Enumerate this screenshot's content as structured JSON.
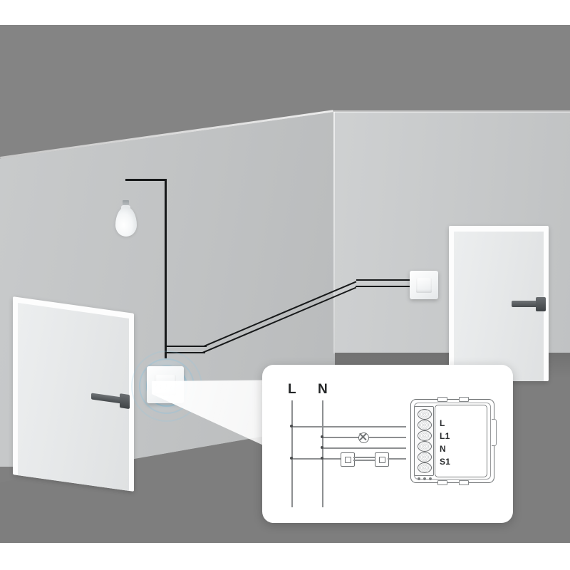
{
  "illustration": {
    "title": "Smart Switch Module Wiring Diagram",
    "scene_description": "Interior room corner with ceiling light bulb, two wall switches and an inset wiring schematic callout",
    "background_color": "#808080",
    "ceiling_color": "#848484",
    "wall_left_color": "#c4c6c7",
    "wall_right_color": "#c9cbcc",
    "floor_color": "#7e7e7e",
    "frame_color": "#ffffff",
    "accent_signal_color": "#78bee1"
  },
  "room": {
    "ceiling": {
      "name": "ceiling"
    },
    "wall_left": {
      "name": "left back wall"
    },
    "wall_right": {
      "name": "right wall"
    },
    "floor": {
      "name": "floor"
    },
    "door_left": {
      "name": "left door",
      "handle": "lever handle"
    },
    "door_right": {
      "name": "right door",
      "handle": "lever handle"
    }
  },
  "fixtures": {
    "bulb": {
      "name": "pendant light bulb",
      "type": "incandescent"
    },
    "switch_left": {
      "name": "smart wall switch",
      "signal": "wireless",
      "rings": 3
    },
    "switch_right": {
      "name": "wall switch"
    },
    "cable_ceiling": {
      "name": "ceiling drop cable"
    },
    "cable_run": {
      "name": "two-wire cable run between switches"
    }
  },
  "diagram": {
    "panel_name": "wiring schematic callout",
    "supply_labels": [
      "L",
      "N"
    ],
    "terminal_labels": [
      "L",
      "L1",
      "N",
      "S1"
    ],
    "symbols": {
      "lamp": "lamp-symbol",
      "switch_1": "push-button-switch",
      "switch_2": "push-button-switch"
    },
    "device": {
      "name": "smart relay module",
      "terminal_count": 6,
      "vent_count": 3
    },
    "lines": [
      {
        "id": "line-L",
        "label": "L",
        "description": "Live supply vertical rail"
      },
      {
        "id": "line-N",
        "label": "N",
        "description": "Neutral supply vertical rail"
      },
      {
        "id": "wire-L",
        "description": "Live from L rail to module terminal L"
      },
      {
        "id": "wire-L1",
        "description": "Lamp branch from N-side through lamp to terminal L1"
      },
      {
        "id": "wire-N",
        "description": "Neutral to module terminal N"
      },
      {
        "id": "wire-S1",
        "description": "Switch loop through two push-buttons to terminal S1"
      }
    ]
  }
}
